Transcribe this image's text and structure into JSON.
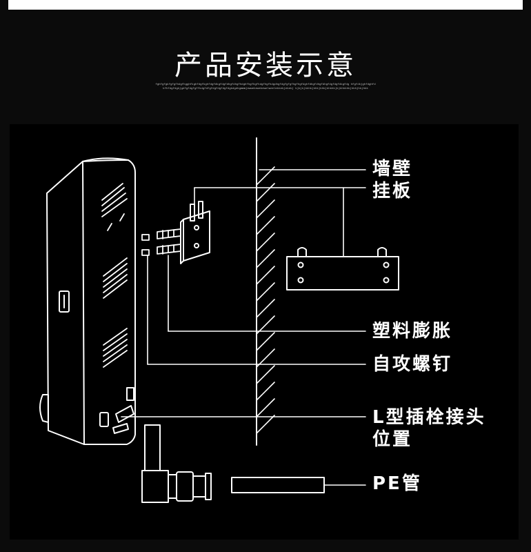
{
  "title": "产品安装示意",
  "subtitle": "fghfgfgkfgfgfhdgfhgghfkghfdgfkghfdgfdkgfdgfdhgfdhgfhdghfhgfhgfhdgfhgfhdgdhgfdgfgfgfhgfhgfdghfdhgfdhgfdhgfdgfdgfdkgfdg hfgfdkjghfdghfdkfhfdgfdgkjgdfgfdgfgffkdgfdfgfdgfdgfdgfdgkdgdkgmmmjewwekewekewelweelekkekjekekj kjkjkjkkhkjkhkjkhkjkhkhkjkjkhkkhkjhkhjhkjhkk",
  "labels": {
    "wall": "墙壁",
    "hanging_plate": "挂板",
    "plastic_anchor": "塑料膨胀",
    "self_tapping_screw": "自攻螺钉",
    "l_connector_line1": "L型插栓接头",
    "l_connector_line2": "位置",
    "pe_pipe": "PE管"
  }
}
